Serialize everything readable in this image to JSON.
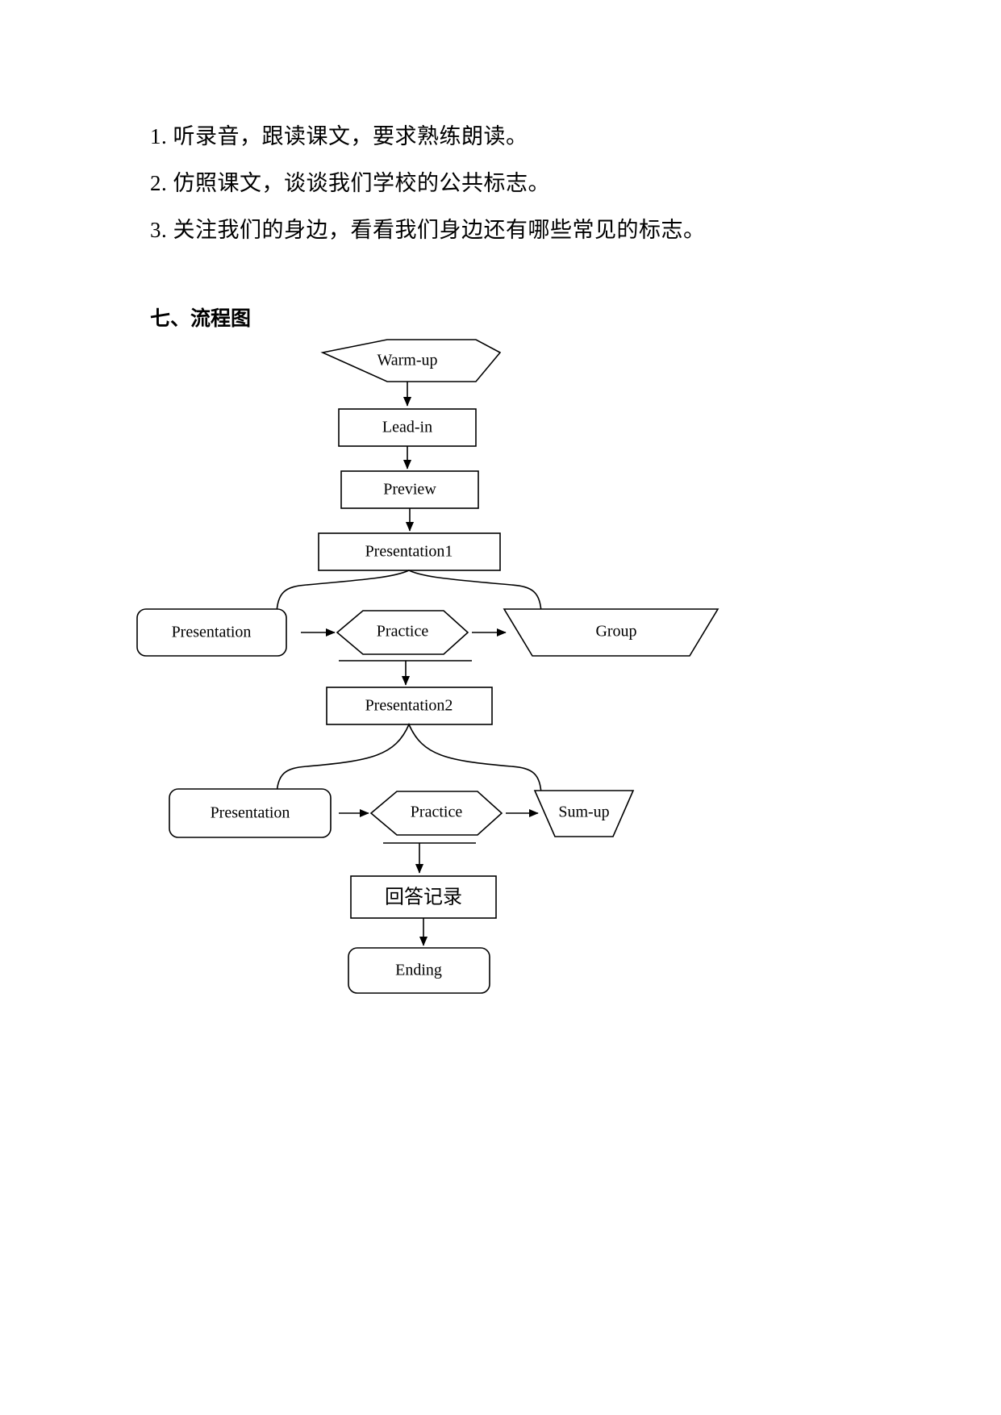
{
  "document": {
    "instructions": [
      "1. 听录音，跟读课文，要求熟练朗读。",
      "2. 仿照课文，谈谈我们学校的公共标志。",
      "3. 关注我们的身边，看看我们身边还有哪些常见的标志。"
    ],
    "section_heading": "七、流程图"
  },
  "chart_data": {
    "type": "diagram",
    "title": "七、流程图",
    "nodes": [
      {
        "id": "warm-up",
        "label": "Warm-up",
        "shape": "hexagon"
      },
      {
        "id": "lead-in",
        "label": "Lead-in",
        "shape": "rectangle"
      },
      {
        "id": "preview",
        "label": "Preview",
        "shape": "rectangle"
      },
      {
        "id": "presentation1",
        "label": "Presentation1",
        "shape": "rectangle"
      },
      {
        "id": "presentation-a",
        "label": "Presentation",
        "shape": "rounded-rectangle"
      },
      {
        "id": "practice-1",
        "label": "Practice",
        "shape": "hexagon"
      },
      {
        "id": "group",
        "label": "Group",
        "shape": "trapezoid"
      },
      {
        "id": "presentation2",
        "label": "Presentation2",
        "shape": "rectangle"
      },
      {
        "id": "presentation-b",
        "label": "Presentation",
        "shape": "rounded-rectangle"
      },
      {
        "id": "practice-2",
        "label": "Practice",
        "shape": "hexagon"
      },
      {
        "id": "sum-up",
        "label": "Sum-up",
        "shape": "trapezoid"
      },
      {
        "id": "answer-record",
        "label": "回答记录",
        "shape": "rectangle"
      },
      {
        "id": "ending",
        "label": "Ending",
        "shape": "rounded-rectangle"
      }
    ],
    "edges": [
      {
        "from": "warm-up",
        "to": "lead-in",
        "type": "arrow"
      },
      {
        "from": "lead-in",
        "to": "preview",
        "type": "arrow"
      },
      {
        "from": "preview",
        "to": "presentation1",
        "type": "arrow"
      },
      {
        "from": "presentation1",
        "to": "presentation-a",
        "type": "brace"
      },
      {
        "from": "presentation1",
        "to": "group",
        "type": "brace"
      },
      {
        "from": "presentation-a",
        "to": "practice-1",
        "type": "arrow"
      },
      {
        "from": "practice-1",
        "to": "group",
        "type": "arrow"
      },
      {
        "from": "practice-1",
        "to": "presentation2",
        "type": "arrow"
      },
      {
        "from": "presentation2",
        "to": "presentation-b",
        "type": "brace"
      },
      {
        "from": "presentation2",
        "to": "sum-up",
        "type": "brace"
      },
      {
        "from": "presentation-b",
        "to": "practice-2",
        "type": "arrow"
      },
      {
        "from": "practice-2",
        "to": "sum-up",
        "type": "arrow"
      },
      {
        "from": "practice-2",
        "to": "answer-record",
        "type": "arrow"
      },
      {
        "from": "answer-record",
        "to": "ending",
        "type": "arrow"
      }
    ],
    "colors": {
      "stroke": "#000000",
      "fill": "#ffffff",
      "text": "#000000"
    }
  }
}
